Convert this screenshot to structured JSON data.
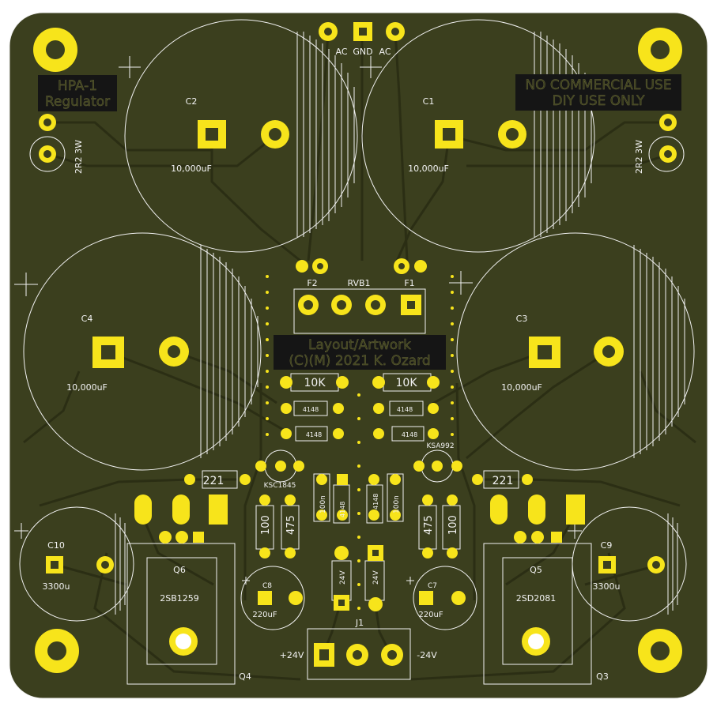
{
  "board": {
    "title_line1": "HPA-1",
    "title_line2": "Regulator",
    "notice_line1": "NO COMMERCIAL USE",
    "notice_line2": "DIY USE ONLY",
    "credit_line1": "Layout/Artwork",
    "credit_line2": "(C)(M) 2021 K. Ozard",
    "colors": {
      "background": "#ffffff",
      "board": "#3b3f1e",
      "copper": "#2b2e14",
      "pad": "#f7e41b",
      "silk": "#f2f2f2",
      "label_bg": "#151515"
    }
  },
  "labels": {
    "ac_left": "AC",
    "gnd": "GND",
    "ac_right": "AC",
    "c2_ref": "C2",
    "c2_val": "10,000uF",
    "c1_ref": "C1",
    "c1_val": "10,000uF",
    "c4_ref": "C4",
    "c4_val": "10,000uF",
    "c3_ref": "C3",
    "c3_val": "10,000uF",
    "r_left_val": "2R2 3W",
    "r_right_val": "2R2 3W",
    "f2": "F2",
    "rvb1": "RVB1",
    "f1": "F1",
    "r10k_left": "10K",
    "r10k_right": "10K",
    "d4148_a": "4148",
    "d4148_b": "4148",
    "d4148_c": "4148",
    "d4148_d": "4148",
    "d4148_e": "4148",
    "d4148_f": "4148",
    "ksa992": "KSA992",
    "ksc1845": "KSC1845",
    "r221_left": "221",
    "r221_right": "221",
    "r100n_left": "100n",
    "r100n_right": "100n",
    "r100_left": "100",
    "r475_left": "475",
    "r475_right": "475",
    "r100_right": "100",
    "z24v_left": "24V",
    "z24v_right": "24V",
    "c10_ref": "C10",
    "c10_val": "3300u",
    "c9_ref": "C9",
    "c9_val": "3300u",
    "q6_ref": "Q6",
    "q6_val": "2SB1259",
    "q5_ref": "Q5",
    "q5_val": "2SD2081",
    "c8_ref": "C8",
    "c8_val": "220uF",
    "c7_ref": "C7",
    "c7_val": "220uF",
    "j1_ref": "J1",
    "plus24": "+24V",
    "minus24": "-24V",
    "q4_ref": "Q4",
    "q3_ref": "Q3"
  }
}
